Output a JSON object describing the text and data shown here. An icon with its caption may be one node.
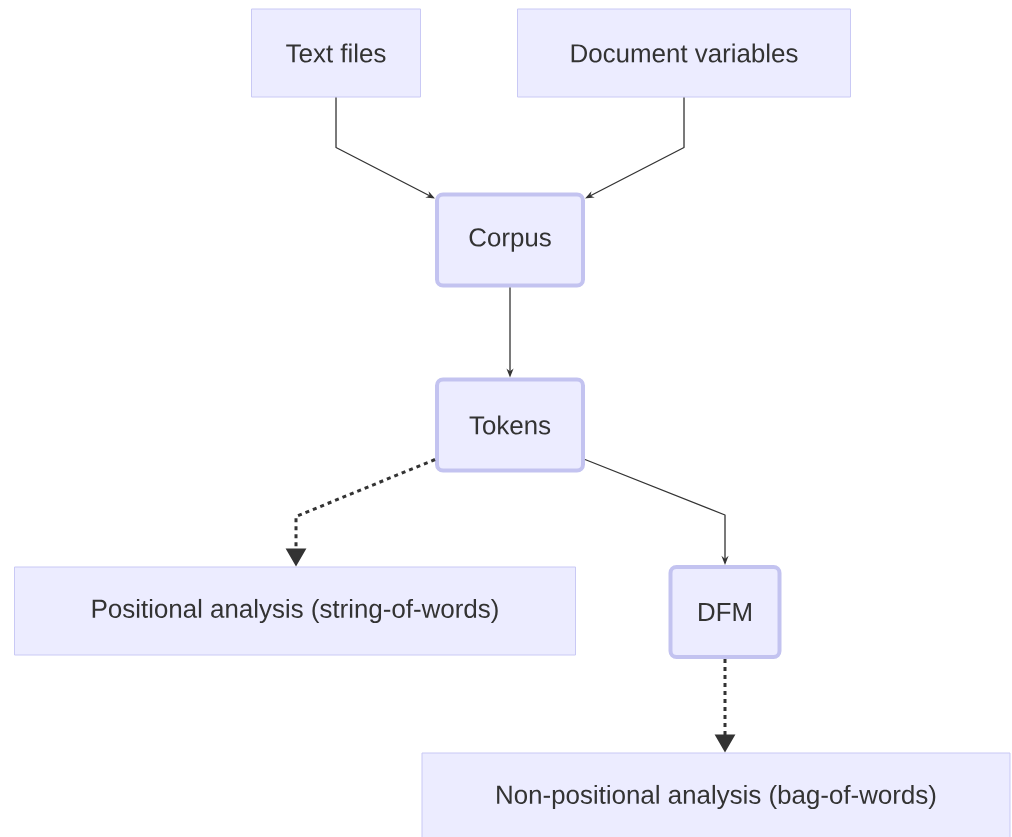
{
  "diagram": {
    "nodes": [
      {
        "text": [
          "Text files"
        ]
      },
      {
        "text": [
          "Document variables"
        ]
      },
      {
        "text": [
          "Corpus"
        ]
      },
      {
        "text": [
          "Tokens"
        ]
      },
      {
        "text": [
          "Positional analysis (string-of-words)"
        ]
      },
      {
        "text": [
          "DFM"
        ]
      },
      {
        "text": [
          "Non-positional analysis (bag-of-words)"
        ]
      }
    ],
    "edges": [
      {
        "from": 0,
        "to": 2,
        "arrow": "to"
      },
      {
        "from": 1,
        "to": 2,
        "arrow": "to"
      },
      {
        "from": 2,
        "to": 3,
        "arrow": "to"
      },
      {
        "from": 3,
        "to": 4,
        "arrow": "to",
        "style": "dashed"
      },
      {
        "from": 3,
        "to": 5,
        "arrow": "to"
      },
      {
        "from": 5,
        "to": 6,
        "arrow": "to",
        "style": "dashed"
      }
    ]
  }
}
